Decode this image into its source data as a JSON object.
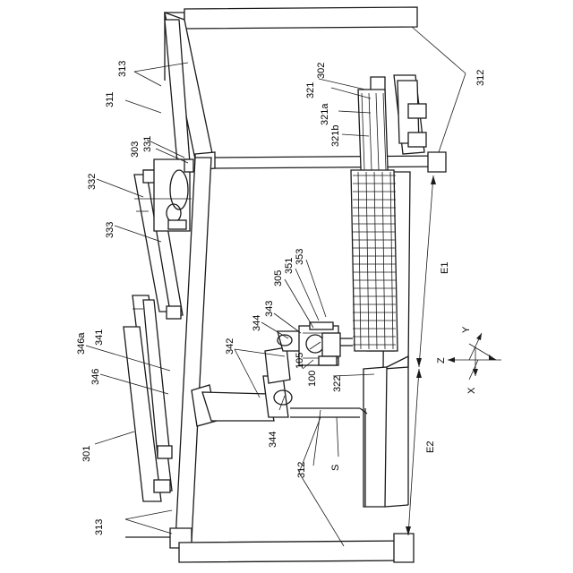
{
  "labels": {
    "l301": "301",
    "l302": "302",
    "l303": "303",
    "l305": "305",
    "l311": "311",
    "l312a": "312",
    "l312b": "312",
    "l313a": "313",
    "l313b": "313",
    "l321": "321",
    "l321a": "321a",
    "l321b": "321b",
    "l322": "322",
    "l331": "331",
    "l332": "332",
    "l333": "333",
    "l341": "341",
    "l342": "342",
    "l343": "343",
    "l344a": "344",
    "l344b": "344",
    "l346": "346",
    "l346a": "346a",
    "l351": "351",
    "l353": "353",
    "l100": "100",
    "l105": "105",
    "lS": "S",
    "lE1": "E1",
    "lE2": "E2",
    "axX": "X",
    "axY": "Y",
    "axZ": "Z"
  }
}
